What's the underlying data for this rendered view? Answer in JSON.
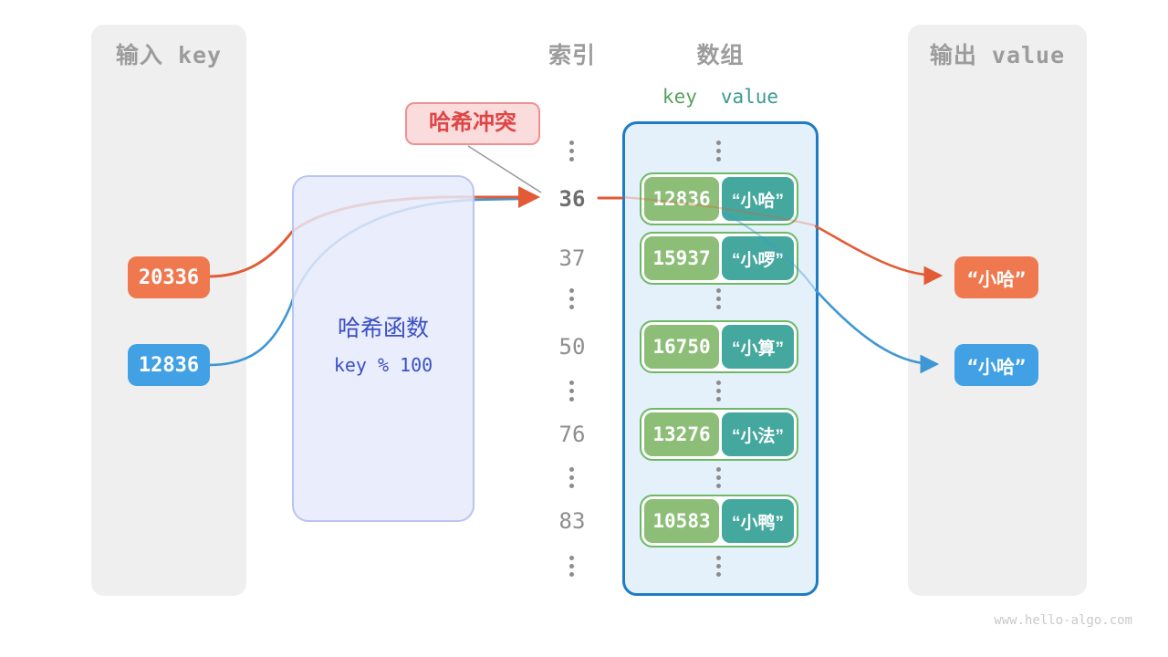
{
  "input_panel": {
    "title": "输入 key",
    "keys": [
      {
        "value": "20336",
        "color": "#f0784f"
      },
      {
        "value": "12836",
        "color": "#41a1e4"
      }
    ]
  },
  "hash_box": {
    "title": "哈希函数",
    "formula": "key % 100"
  },
  "collision_label": "哈希冲突",
  "index_column": {
    "title": "索引",
    "values": [
      "⋮",
      "36",
      "37",
      "⋮",
      "50",
      "⋮",
      "76",
      "⋮",
      "83",
      "⋮"
    ],
    "emphasized": "36"
  },
  "array": {
    "title": "数组",
    "key_header": "key",
    "value_header": "value",
    "rows": [
      {
        "key": "12836",
        "value": "“小哈”"
      },
      {
        "key": "15937",
        "value": "“小啰”"
      },
      {
        "key": "16750",
        "value": "“小算”"
      },
      {
        "key": "13276",
        "value": "“小法”"
      },
      {
        "key": "10583",
        "value": "“小鸭”"
      }
    ]
  },
  "output_panel": {
    "title": "输出 value",
    "values": [
      {
        "value": "“小哈”",
        "color": "#f0784f"
      },
      {
        "value": "“小哈”",
        "color": "#41a1e4"
      }
    ]
  },
  "watermark": "www.hello-algo.com",
  "colors": {
    "orange_arrow": "#e25b35",
    "blue_arrow": "#3e97d4",
    "key_pill_green": "#8cbe77",
    "value_pill_teal": "#44a89e",
    "row_border_green": "#6eb965",
    "array_bg": "#e4f1fb",
    "array_border": "#1e7cc4",
    "hash_text": "#3a50c4",
    "collision_text": "#e04545",
    "panel_gray": "#efefef",
    "header_gray": "#9c9c9c"
  }
}
